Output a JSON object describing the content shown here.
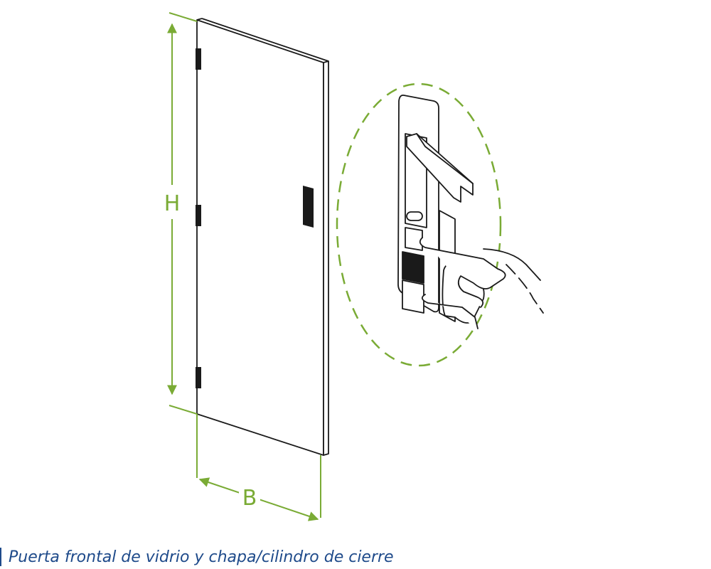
{
  "dimensions": {
    "height_label": "H",
    "width_label": "B"
  },
  "caption": "Puerta frontal de vidrio y chapa/cilindro de cierre",
  "colors": {
    "dimension": "#7aab35",
    "outline": "#1a1a1a",
    "caption": "#1e4a8a",
    "lock_block": "#1a1a1a"
  }
}
